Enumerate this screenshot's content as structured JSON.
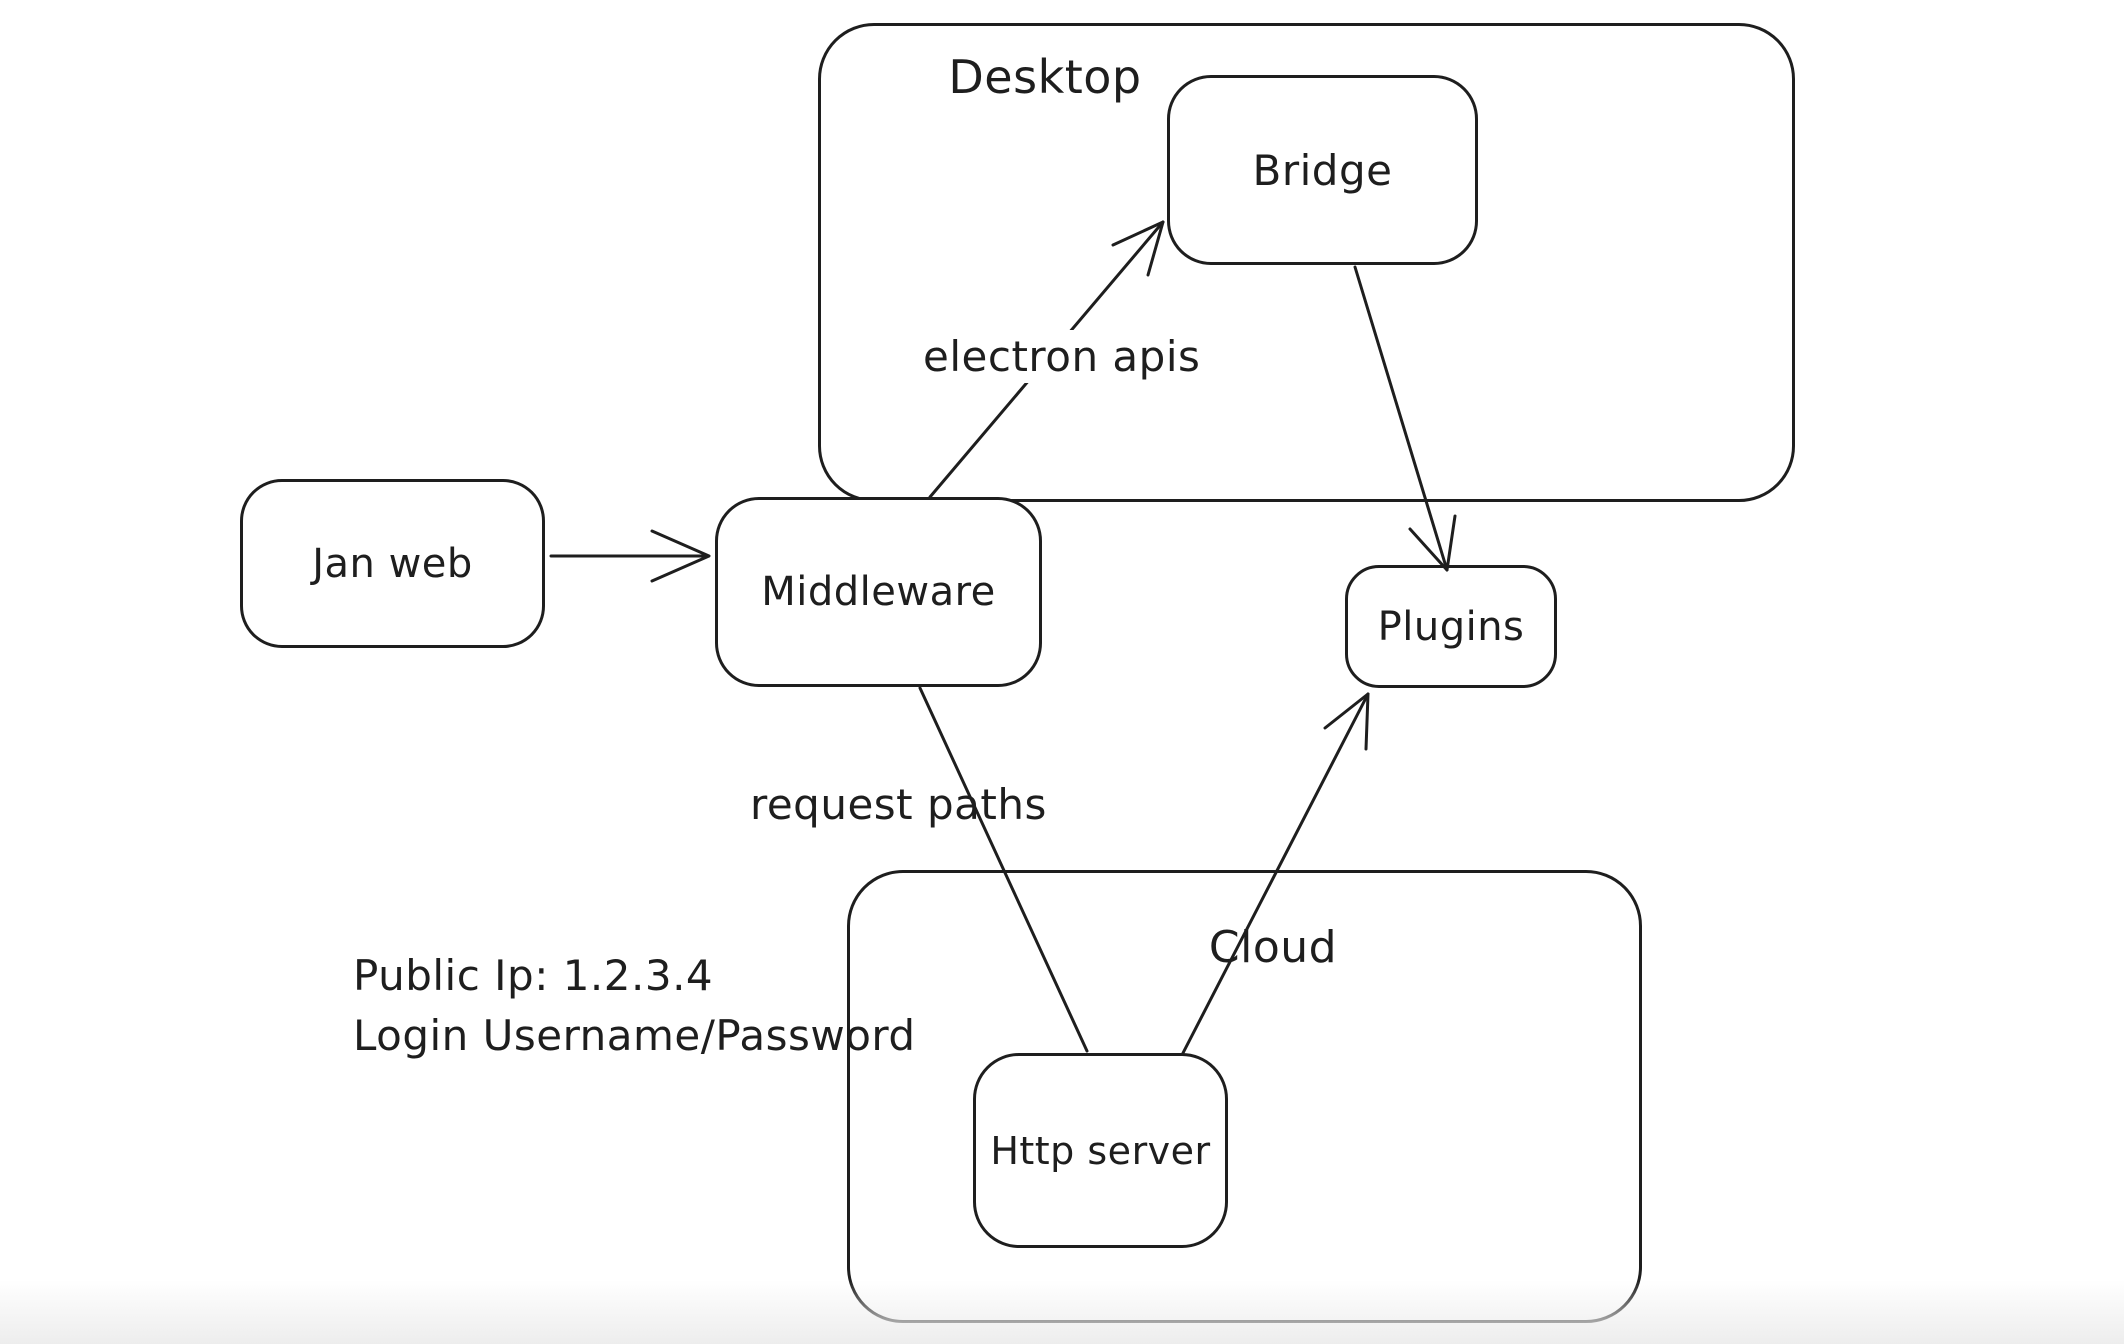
{
  "diagram": {
    "containers": [
      {
        "id": "desktop",
        "label": "Desktop"
      },
      {
        "id": "cloud",
        "label": "Cloud"
      }
    ],
    "nodes": [
      {
        "id": "jan-web",
        "label": "Jan web"
      },
      {
        "id": "middleware",
        "label": "Middleware"
      },
      {
        "id": "bridge",
        "label": "Bridge"
      },
      {
        "id": "plugins",
        "label": "Plugins"
      },
      {
        "id": "http-server",
        "label": "Http server"
      }
    ],
    "edges": [
      {
        "from": "jan-web",
        "to": "middleware",
        "label": ""
      },
      {
        "from": "middleware",
        "to": "bridge",
        "label": "electron apis"
      },
      {
        "from": "bridge",
        "to": "plugins",
        "label": ""
      },
      {
        "from": "middleware",
        "to": "http-server",
        "label": "request paths"
      },
      {
        "from": "http-server",
        "to": "plugins",
        "label": ""
      }
    ],
    "edge_labels": [
      {
        "id": "electron-apis",
        "label": "electron apis"
      },
      {
        "id": "request-paths",
        "label": "request paths"
      }
    ],
    "annotations": {
      "public_ip_line1": "Public Ip: 1.2.3.4",
      "public_ip_line2": "Login Username/Password"
    },
    "colors": {
      "stroke": "#1e1e1e",
      "background": "#ffffff",
      "footer_fade": "#ededed"
    }
  }
}
